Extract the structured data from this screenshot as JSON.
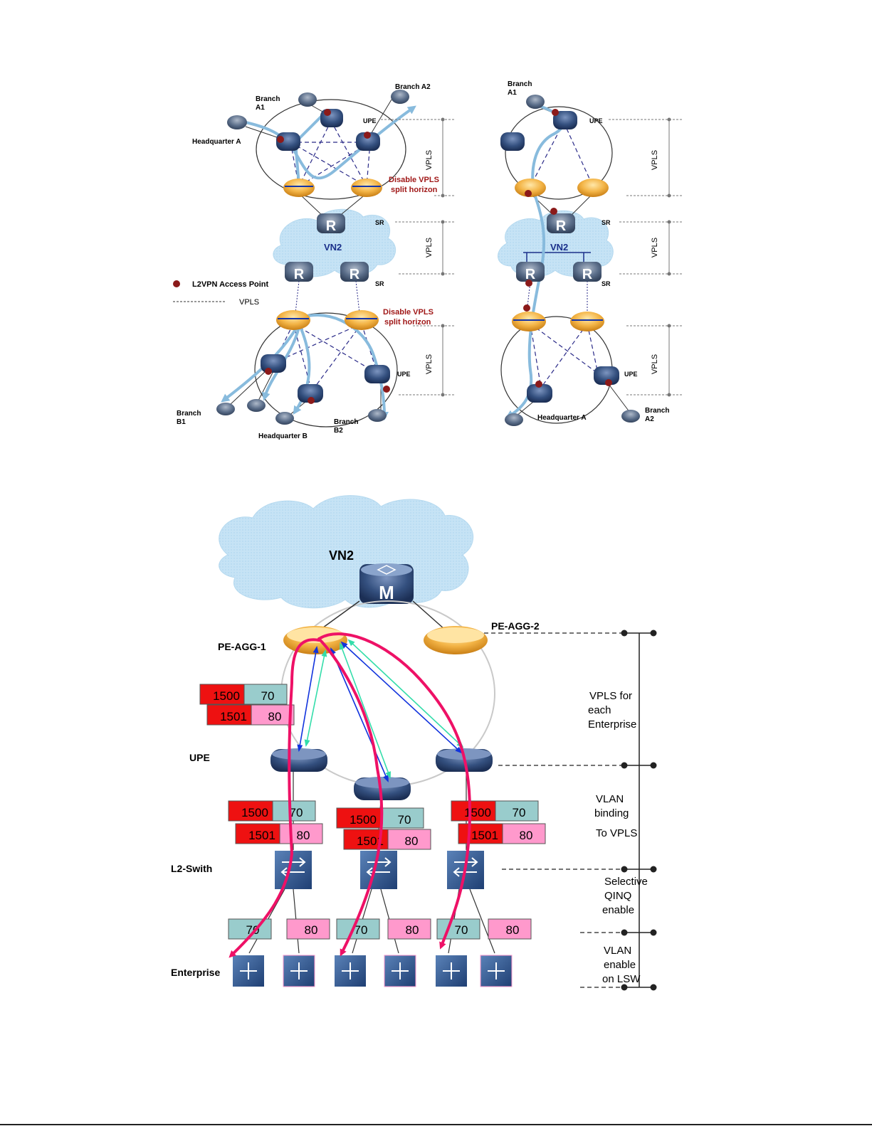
{
  "diagram_top": {
    "left_panel": {
      "branch_a1": [
        "Branch",
        "A1"
      ],
      "branch_a2": "Branch A2",
      "headquarter_a": "Headquarter A",
      "upe": "UPE",
      "vpls_1": "VPLS",
      "disable_split_1": [
        "Disable VPLS",
        "split horizon"
      ],
      "sr_1": "SR",
      "vpls_2": "VPLS",
      "vn2": "VN2",
      "legend_access_point": "L2VPN Access Point",
      "legend_vpls": "VPLS",
      "sr_2": "SR",
      "disable_split_2": [
        "Disable VPLS",
        "split horizon"
      ],
      "upe_2": "UPE",
      "vpls_3": "VPLS",
      "branch_b1": [
        "Branch",
        "B1"
      ],
      "headquarter_b": "Headquarter B",
      "branch_b2": [
        "Branch",
        "B2"
      ],
      "router_letter": "R"
    },
    "right_panel": {
      "branch_a1": [
        "Branch",
        "A1"
      ],
      "upe": "UPE",
      "vpls_1": "VPLS",
      "sr_1": "SR",
      "vpls_2": "VPLS",
      "vn2": "VN2",
      "sr_2": "SR",
      "upe_2": "UPE",
      "vpls_3": "VPLS",
      "headquarter_a": "Headquarter A",
      "branch_a2": [
        "Branch",
        "A2"
      ]
    }
  },
  "diagram_bottom": {
    "vn2": "VN2",
    "mse_letter": "M",
    "pe_agg_1": "PE-AGG-1",
    "pe_agg_2": "PE-AGG-2",
    "upe": "UPE",
    "l2_switch": "L2-Swith",
    "enterprise": "Enterprise",
    "tag_outer_1": "1500",
    "tag_outer_2": "1501",
    "tag_inner_1": "70",
    "tag_inner_2": "80",
    "side_vpls": [
      "VPLS for",
      "each",
      "Enterprise"
    ],
    "side_vlan_binding": [
      "VLAN",
      "binding",
      "To VPLS"
    ],
    "side_qinq": [
      "Selective",
      "QINQ",
      "enable"
    ],
    "side_vlan_lsw": [
      "VLAN",
      "enable",
      "on LSW"
    ],
    "colors": {
      "outer_tag": "#ee1111",
      "inner_70": "#99cccc",
      "inner_80": "#ff99cc",
      "flow_magenta": "#ee1166",
      "flow_blue": "#1133dd",
      "flow_green": "#33ddaa",
      "flow_light_blue": "#88bbdd"
    }
  }
}
